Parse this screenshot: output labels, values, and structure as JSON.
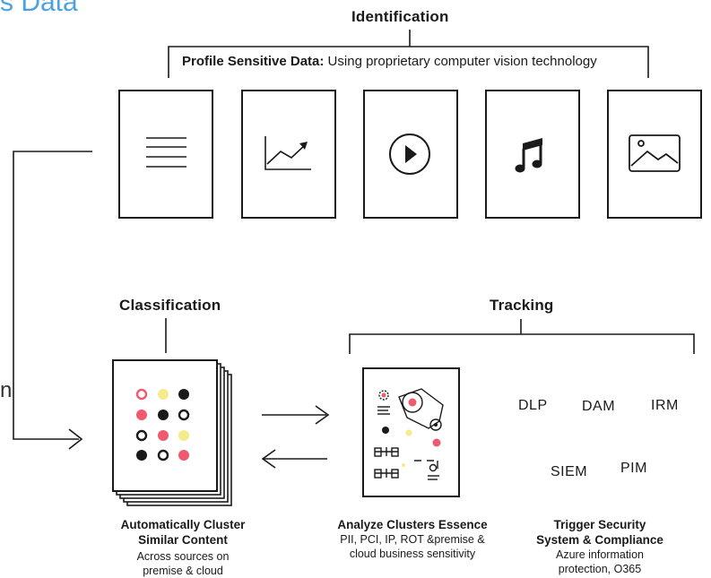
{
  "fragments": {
    "top_left_title": "s Data",
    "side_letter": "n"
  },
  "identification": {
    "title": "Identification",
    "profile_label": "Profile Sensitive Data:",
    "profile_text": " Using proprietary computer vision technology",
    "file_icons": [
      "text-document-icon",
      "chart-document-icon",
      "video-document-icon",
      "music-document-icon",
      "image-document-icon"
    ]
  },
  "classification": {
    "title": "Classification",
    "caption_bold": [
      "Automatically Cluster",
      "Similar Content"
    ],
    "caption": [
      "Across sources on",
      "premise & cloud"
    ]
  },
  "tracking": {
    "title": "Tracking",
    "analyze_bold": "Analyze Clusters Essence",
    "analyze_text": [
      "PII, PCI, IP, ROT &premise &",
      "cloud business sensitivity"
    ],
    "trigger_bold": [
      "Trigger Security",
      "System & Compliance"
    ],
    "trigger_text": [
      "Azure information",
      "protection, O365"
    ],
    "tools": [
      "DLP",
      "DAM",
      "IRM",
      "SIEM",
      "PIM"
    ]
  },
  "colors": {
    "accent_red": "#f05a6e",
    "accent_yellow": "#f4ec8a",
    "dark": "#1a1a1a",
    "title_blue": "#4aa3df"
  }
}
